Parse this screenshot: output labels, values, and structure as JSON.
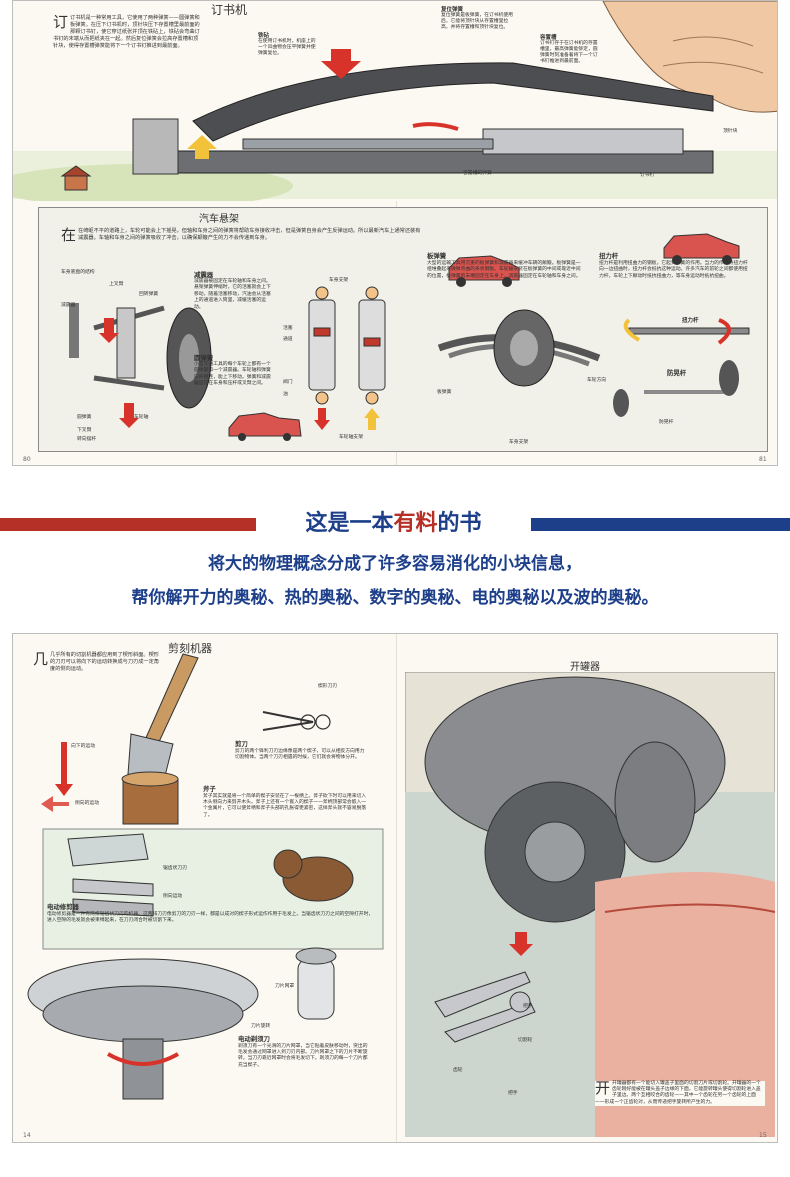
{
  "spread1": {
    "stapler": {
      "title": "订书机",
      "body": "订书机是一种常用工具，它使用了两种弹簧——圆弹簧和板弹簧。在压下订书机时，顶针块压下存置槽里最前面的那颗订书钉，使它穿过纸张并顶在铁砧上，铁砧会弯曲订书钉的末端从而把纸夹在一起。然后复位弹簧会拉高存置槽和顶针块，使得存置槽弹簧能将下一个订书钉推进到最前面。",
      "callouts": {
        "anvil": "铁砧",
        "anvil_text": "在使用订书机时，机座上的一个凹曲物会压平弹簧并使弹簧复位。",
        "return_spring": "复位弹簧",
        "return_spring_text": "复位弹簧是板弹簧，在订书机使用后，它能将顶针块从存置槽里拉高，并将存置槽和顶针块复位。",
        "magazine": "容置槽",
        "magazine_text": "订书钉存于在订书机的存置槽里，最高弹簧能够定，圆弹簧时刻准备着将下一个订书钉推进到最前面。",
        "plunger": "顶针块",
        "staple": "订书钉",
        "magazine_spring": "容置槽的弹簧"
      }
    },
    "suspension": {
      "title": "汽车悬架",
      "intro": "在崎岖不平的道路上，车轮可能会上下摇晃，但轴和车身之间的弹簧将帮助车身接收冲击，但是弹簧自身会产生反弹运动。所以最新汽车上通常还装有减震器。车轴和车身之间的弹簧吸收了冲击，以确保颠簸产生的力不会传递到车身。",
      "damper_title": "减震器",
      "damper_text": "减震器被固定在车轮轴和车身之间。悬架弹簧伸缩时，它的活塞就会上下移动，随着活塞移动，汽油会从活塞上的通道进入筒里，减缓活塞的运动。",
      "coil_title": "圆弹簧",
      "coil_text": "小型交通工具的每个车轮上都有一个圆弹簧和一个减震器。车轮轴和弹簧压杆相连，能上下移动。弹簧和减震器固定在车身和压杆或叉臂之间。",
      "leaf_title": "板弹簧",
      "leaf_text": "大型的运输工具用沉重的板弹簧和减震器来缓冲车辆的颠簸。板弹簧是一组堆叠起来微微弯曲的条状钢板。车轮轴安装在板弹簧的中间或靠近中间的位置，板弹簧的末端固定在车身上，减震器固定在车轮轴和车身之间。",
      "torsion_title": "扭力杆",
      "torsion_text": "扭力杆是利用扭曲力的钢板，它起到弹簧的作用。当力的作用将扭力杆向一边扭曲时，扭力杆会抵抗这种运动。许多汽车的前轮之间都使用扭力杆，车轮上下颠动时抵抗扭曲力，等车身运动时抵抗扭曲。",
      "antiroll_title": "防晃杆",
      "labels": {
        "body_struct": "车身底盘的结构",
        "upper_arm": "上叉臂",
        "damper": "减震器",
        "rebound_spring": "回转弹簧",
        "wheel_axle": "车轮轴",
        "coil_spring": "圆弹簧",
        "lower_arm": "下叉臂",
        "pivot": "转向摆杆",
        "chassis": "车身支架",
        "piston": "活塞",
        "passage": "通道",
        "valve": "阀门",
        "oil": "油",
        "hub_support": "车轮轴支架",
        "leaf_spring": "板弹簧",
        "torsion_bar": "扭力杆",
        "anti_roll": "防晃杆",
        "axle_direction": "车轮方向",
        "chassis2": "车身支架"
      }
    },
    "page_left": "80",
    "page_right": "81"
  },
  "banner": {
    "prefix": "这是一本",
    "highlight": "有料",
    "suffix": "的书",
    "line1": "将大的物理概念分成了许多容易消化的小块信息，",
    "line2": "帮你解开力的奥秘、热的奥秘、数字的奥秘、电的奥秘以及波的奥秘。"
  },
  "spread2": {
    "cutting": {
      "title": "剪刻机器",
      "intro": "几乎所有的切割机器都应用到了楔形斜面。楔形的刀刃可以将向下的运动转换成与刀刃成一定角度的侧向运动。",
      "scissors_title": "剪刀",
      "scissors_text": "剪刀的两个锋利刀刃边缘像是两个楔子，可以从相反方向用力切割物体。当两个刀刃相遇的时候，它们就会将物体分开。",
      "axe_title": "斧子",
      "axe_text": "斧子其实就是将一个简单的楔子安装在了一根柄上。斧子砍下时可以用来切入木头侧向力来劈开木头。斧子上还有一个嵌入的楔子——斧柄顶部常会嵌入一个金属片，它可以使斧柄和斧子头部的孔胀得更紧密，这样斧头就不容易脱落了。",
      "down_motion": "向下的运动",
      "side_motion": "侧向的运动",
      "wedge_blade": "楔形刀刃",
      "clipper_title": "电动修剪器",
      "clipper_text": "电动修剪器是一种有两排锯齿状刀刃的机器。这两排刀刃像剪刀的刀刃一样，都是以成对的楔子形式运作作用于毛发上。当锯齿状刀刃之间的空隙打开时，进入空隙的毛发就会被束缚起来，在刀刃闭合时被切割下来。",
      "sawtooth": "锯齿状刀刃",
      "side_motion2": "侧向运动",
      "shaver_title": "电动剃须刀",
      "shaver_text": "剃须刀有一个光滑的刀片网罩，当它贴着皮肤移动时，突出的毛发会通过网罩进入到刀刃内部。刀片网罩之下的刀片不断旋转。当刀刃靠近网罩时会将毛发切下。剃须刀的每一个刀片都充当楔子。",
      "blade_set": "刀片网罩",
      "rotating_blade": "刀片旋转"
    },
    "opener": {
      "title": "开罐器",
      "body": "开罐器都有一个能切入罐盖子里面的切割刀片或切割轮。开罐器的一个齿轮刚好能被在罐头盖子边缘的下面，它能旋转罐头使得切割轮进入盖子里边。两个互相咬合的齿轮——其中一个齿轮在另一个齿轮的上面——形成一个正齿轮对，从而传递把手旋转所产生的力。",
      "handle": "把手",
      "cutter_wheel": "切割轮",
      "gear": "齿轮",
      "grip": "把手"
    },
    "page_left": "14",
    "page_right": "15"
  },
  "colors": {
    "red": "#b53128",
    "blue": "#1d3f8a",
    "paper": "#fbf9f1",
    "car_red": "#d9544f"
  }
}
